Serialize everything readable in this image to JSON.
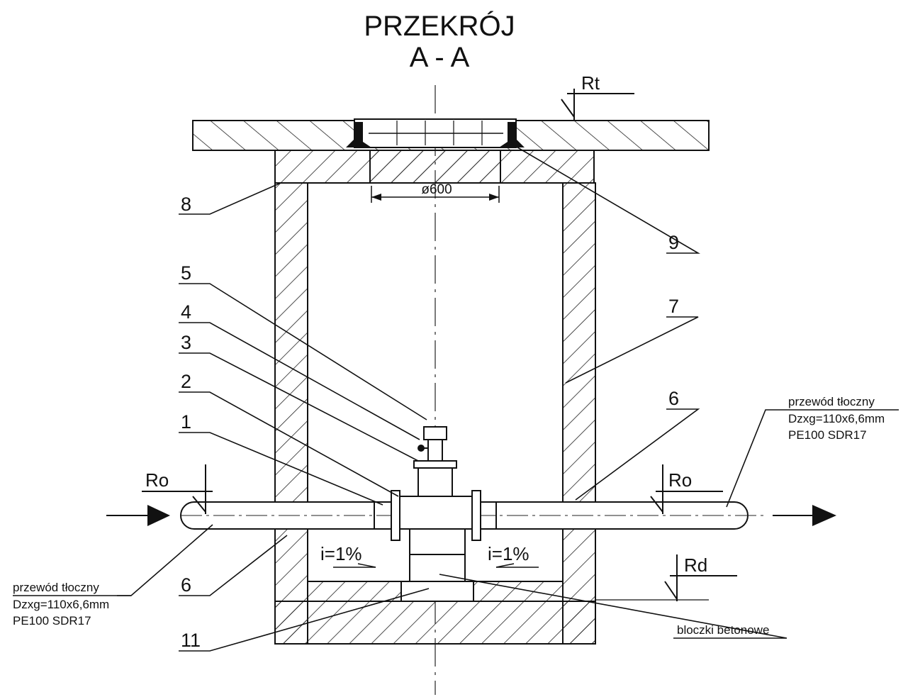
{
  "title": {
    "line1": "PRZEKRÓJ",
    "line2": "A - A"
  },
  "levels": {
    "top": "Rt",
    "pipe_left": "Ro",
    "pipe_right": "Ro",
    "bottom": "Rd"
  },
  "dimension": {
    "manhole_diameter": "ø600"
  },
  "slopes": {
    "left": "i=1%",
    "right": "i=1%"
  },
  "callouts": {
    "n1": "1",
    "n2": "2",
    "n3": "3",
    "n4": "4",
    "n5": "5",
    "n6_left": "6",
    "n6_right": "6",
    "n7": "7",
    "n8": "8",
    "n9": "9",
    "n11": "11"
  },
  "pipe_note_left": {
    "line1": "przewód tłoczny",
    "line2": "Dzxg=110x6,6mm",
    "line3": "PE100 SDR17"
  },
  "pipe_note_right": {
    "line1": "przewód tłoczny",
    "line2": "Dzxg=110x6,6mm",
    "line3": "PE100 SDR17"
  },
  "blocks_note": "bloczki betonowe"
}
